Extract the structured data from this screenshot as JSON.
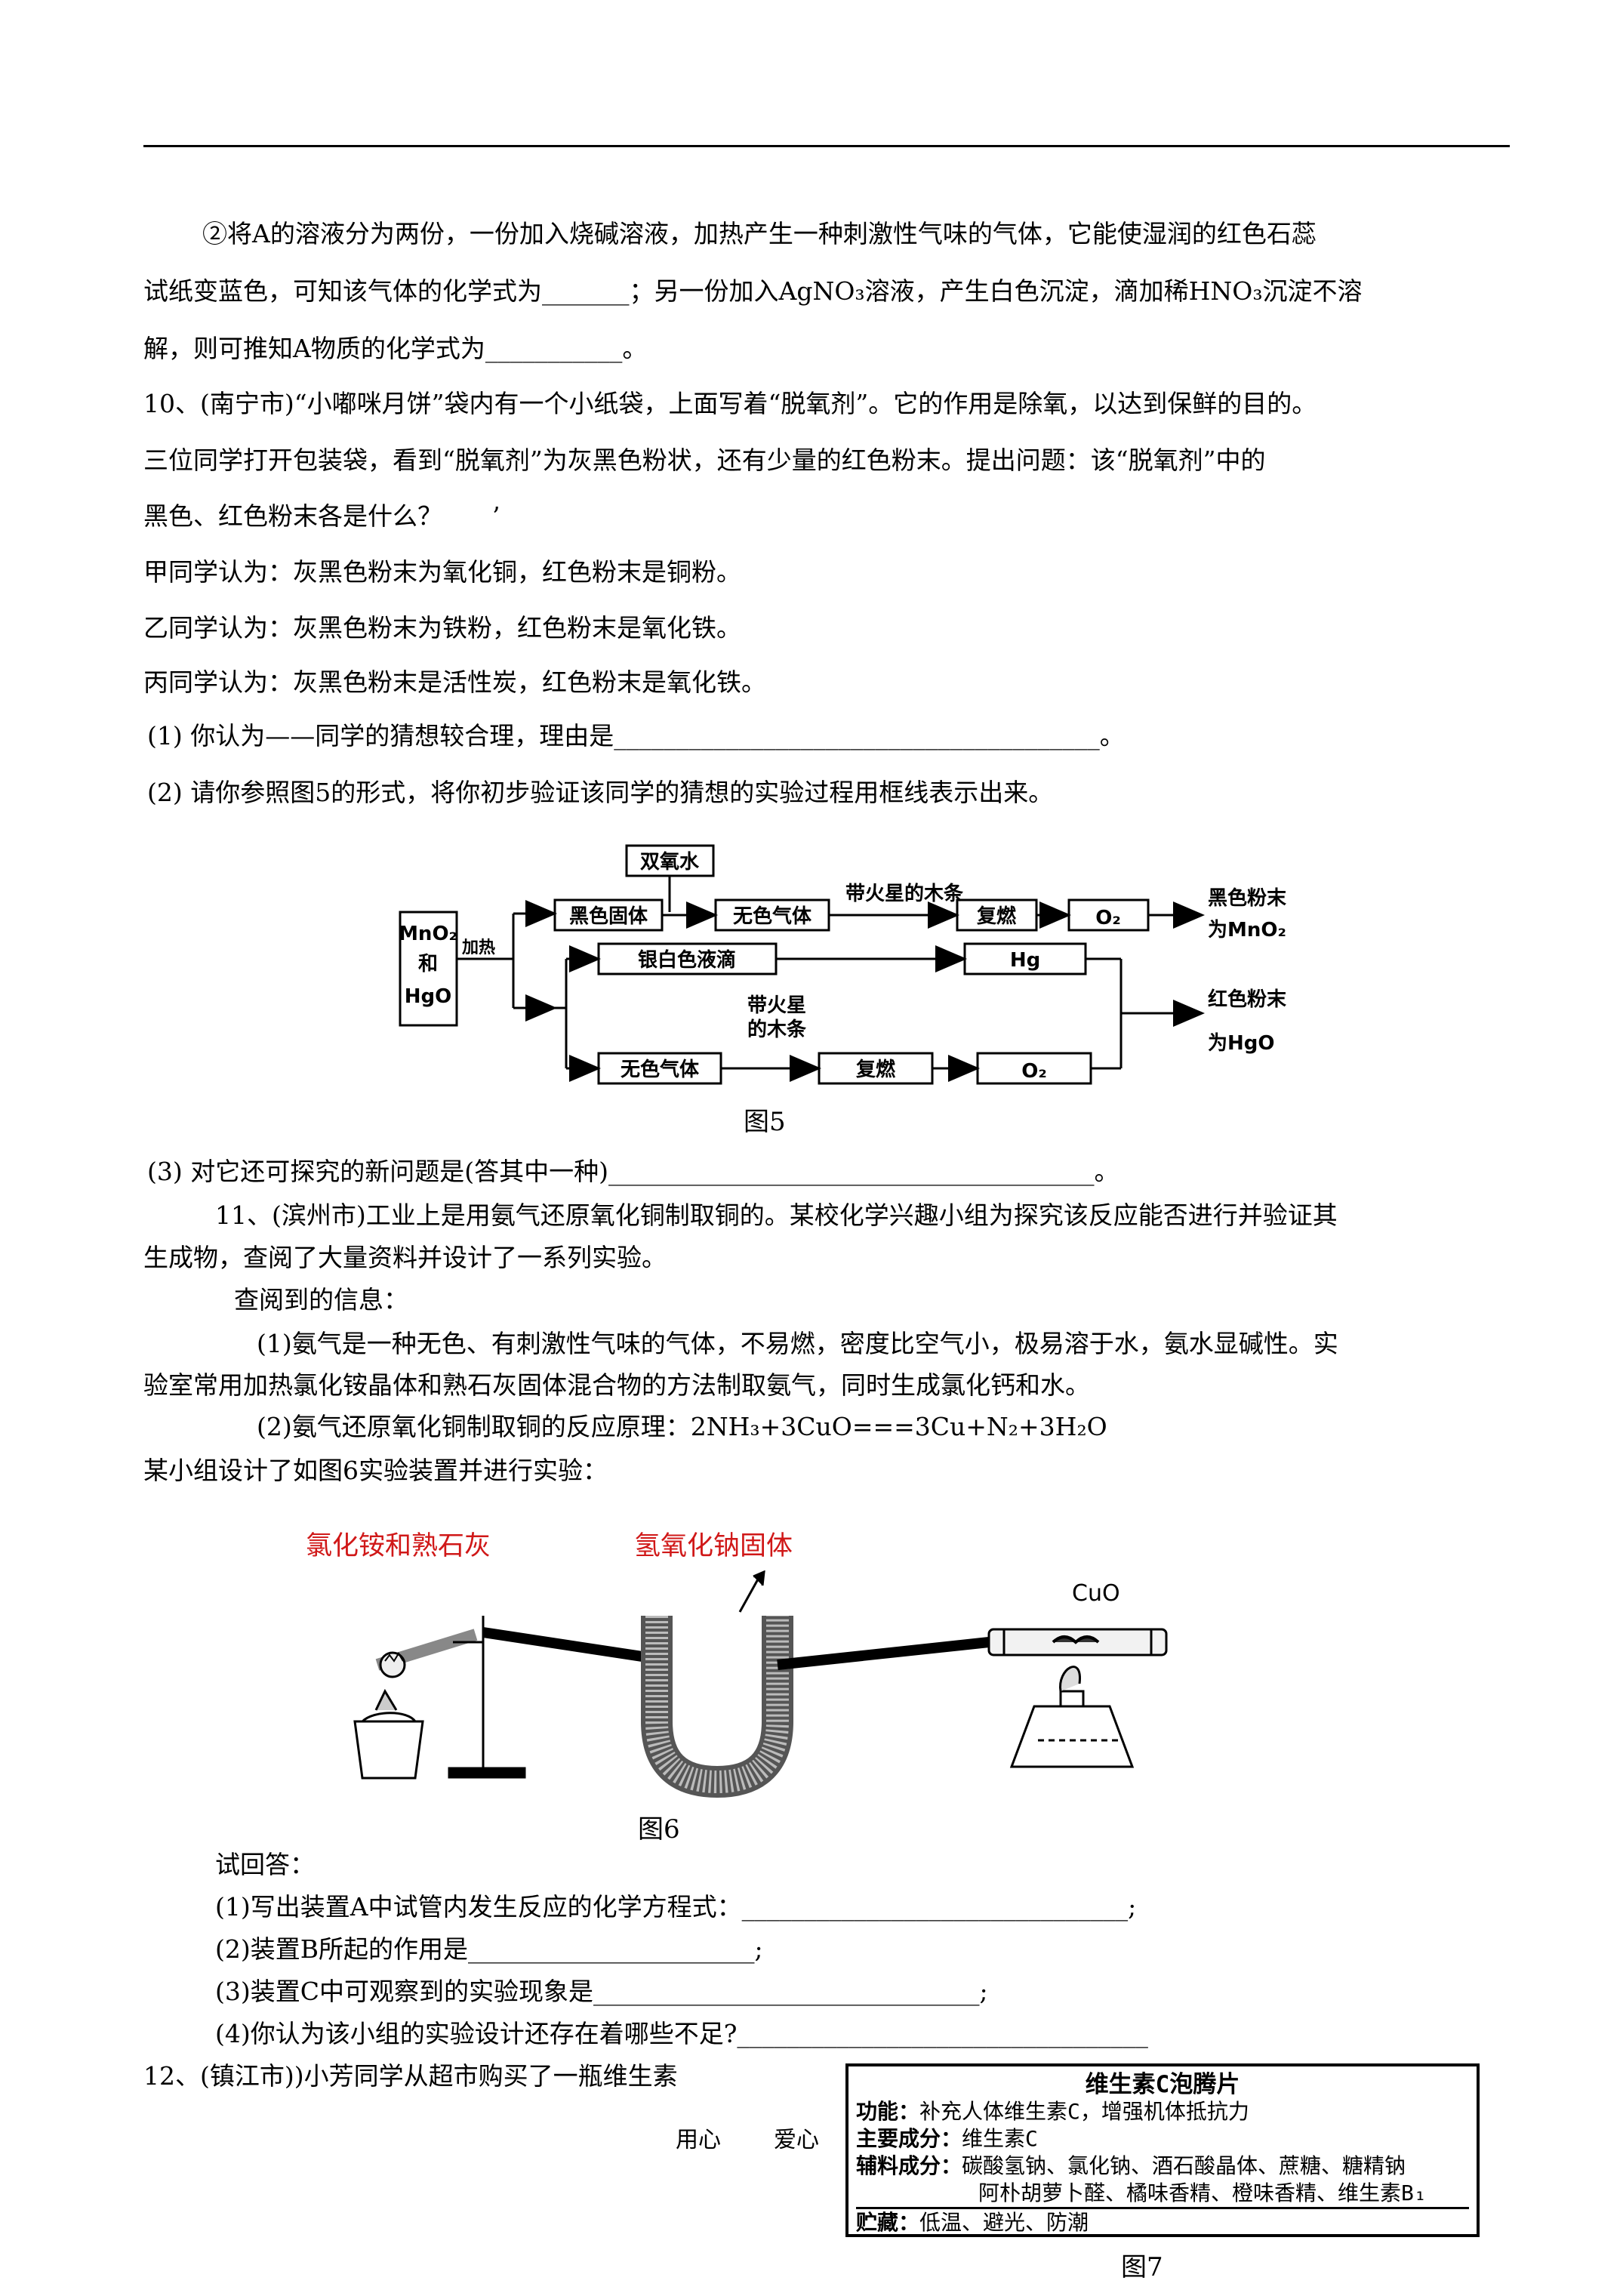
{
  "q9": {
    "l1": "②将A的溶液分为两份，一份加入烧碱溶液，加热产生一种刺激性气味的气体，它能使湿润的红色石蕊",
    "l2": "试纸变蓝色，可知该气体的化学式为_______；另一份加入AgNO₃溶液，产生白色沉淀，滴加稀HNO₃沉淀不溶",
    "l3": "解，则可推知A物质的化学式为___________。"
  },
  "q10": {
    "l1": "10、(南宁市)“小嘟咪月饼”袋内有一个小纸袋，上面写着“脱氧剂”。它的作用是除氧，以达到保鲜的目的。",
    "l2": "三位同学打开包装袋，看到“脱氧剂”为灰黑色粉状，还有少量的红色粉末。提出问题：该“脱氧剂”中的",
    "l3": "黑色、红色粉末各是什么？　　’",
    "jia": "甲同学认为：灰黑色粉末为氧化铜，红色粉末是铜粉。",
    "yi": "乙同学认为：灰黑色粉末为铁粉，红色粉末是氧化铁。",
    "bing": "丙同学认为：灰黑色粉末是活性炭，红色粉末是氧化铁。",
    "sub1": "(1) 你认为——同学的猜想较合理，理由是_______________________________________。",
    "sub2": "(2) 请你参照图5的形式，将你初步验证该同学的猜想的实验过程用框线表示出来。",
    "sub3": "(3) 对它还可探究的新问题是(答其中一种)_______________________________________。"
  },
  "fig5": {
    "caption": "图5",
    "start_l1": "MnO₂",
    "start_l2": "和",
    "start_l3": "HgO",
    "heat": "加热",
    "h2o2": "双氧水",
    "black_solid": "黑色固体",
    "gas1": "无色气体",
    "splint1": "带火星的木条",
    "relight1": "复燃",
    "o2_1": "O₂",
    "result1_l1": "黑色粉末",
    "result1_l2": "为MnO₂",
    "silver": "银白色液滴",
    "hg": "Hg",
    "splint2_l1": "带火星",
    "splint2_l2": "的木条",
    "gas2": "无色气体",
    "relight2": "复燃",
    "o2_2": "O₂",
    "result2_l1": "红色粉末",
    "result2_l2": "为HgO"
  },
  "q11": {
    "l1": "11、(滨州市)工业上是用氨气还原氧化铜制取铜的。某校化学兴趣小组为探究该反应能否进行并验证其",
    "l2": "生成物，查阅了大量资料并设计了一系列实验。",
    "info": "查阅到的信息：",
    "i1a": "(1)氨气是一种无色、有刺激性气味的气体，不易燃，密度比空气小，极易溶于水，氨水显碱性。实",
    "i1b": "验室常用加热氯化铵晶体和熟石灰固体混合物的方法制取氨气，同时生成氯化钙和水。",
    "i2": "(2)氨气还原氧化铜制取铜的反应原理：2NH₃+3CuO===3Cu+N₂+3H₂O",
    "design": "某小组设计了如图6实验装置并进行实验："
  },
  "fig6": {
    "label_a": "氯化铵和熟石灰",
    "label_b": "氢氧化钠固体",
    "label_c": "CuO",
    "caption": "图6"
  },
  "q11b": {
    "ask": "试回答：",
    "a1": "(1)写出装置A中试管内发生反应的化学方程式：_______________________________;",
    "a2": "(2)装置B所起的作用是_______________________;",
    "a3": "(3)装置C中可观察到的实验现象是_______________________________;",
    "a4": "(4)你认为该小组的实验设计还存在着哪些不足?_________________________________"
  },
  "q12": {
    "l1": "12、(镇江市))小芳同学从超市购买了一瓶维生素"
  },
  "footer": {
    "left": "用心",
    "right": "爱心"
  },
  "fig7": {
    "title": "维生素C泡腾片",
    "r1_key": "功能：",
    "r1_val": "补充人体维生素C，增强机体抵抗力",
    "r2_key": "主要成分：",
    "r2_val": "维生素C",
    "r3_key": "辅料成分：",
    "r3_val": "碳酸氢钠、氯化钠、酒石酸晶体、蔗糖、糖精钠",
    "r4_val": "阿朴胡萝卜醛、橘味香精、橙味香精、维生素B₁",
    "r5_key": "贮藏：",
    "r5_val": "低温、避光、防潮",
    "caption": "图7"
  }
}
